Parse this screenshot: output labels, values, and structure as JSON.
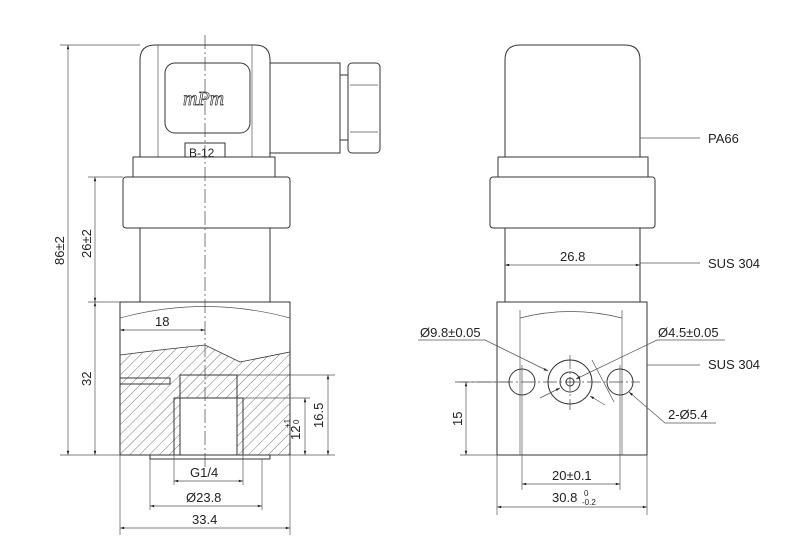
{
  "left_view": {
    "logo": "mPm",
    "label_plate": "B-12",
    "dimensions": {
      "overall_height": "86±2",
      "body_height": "26±2",
      "base_height": "32",
      "half_width": "18",
      "thread_depth": "12",
      "thread_depth_tol_upper": "+1",
      "thread_depth_tol_lower": "0",
      "bore_depth": "16.5",
      "thread": "G1/4",
      "seal_diameter": "Ø23.8",
      "base_width": "33.4"
    }
  },
  "right_view": {
    "materials": {
      "connector": "PA66",
      "body": "SUS 304",
      "base": "SUS 304"
    },
    "dimensions": {
      "body_width": "26.8",
      "port_diameter": "Ø9.8±0.05",
      "orifice_diameter": "Ø4.5±0.05",
      "mount_holes": "2-Ø5.4",
      "hole_height": "15",
      "hole_spacing": "20±0.1",
      "base_width": "30.8",
      "base_width_tol_upper": "0",
      "base_width_tol_lower": "-0.2"
    }
  }
}
